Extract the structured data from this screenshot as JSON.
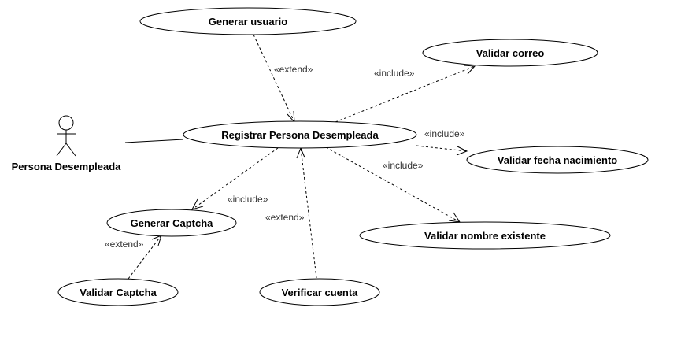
{
  "actor": {
    "name": "Persona Desempleada"
  },
  "use_cases": {
    "generar_usuario": "Generar usuario",
    "validar_correo": "Validar correo",
    "registrar": "Registrar Persona Desempleada",
    "validar_fecha": "Validar fecha nacimiento",
    "validar_nombre": "Validar nombre existente",
    "generar_captcha": "Generar Captcha",
    "validar_captcha": "Validar Captcha",
    "verificar_cuenta": "Verificar cuenta"
  },
  "relationships": {
    "generar_usuario_extend": "«extend»",
    "validar_correo_include": "«include»",
    "validar_fecha_include": "«include»",
    "validar_nombre_include": "«include»",
    "generar_captcha_include": "«include»",
    "verificar_cuenta_extend": "«extend»",
    "validar_captcha_extend": "«extend»"
  }
}
